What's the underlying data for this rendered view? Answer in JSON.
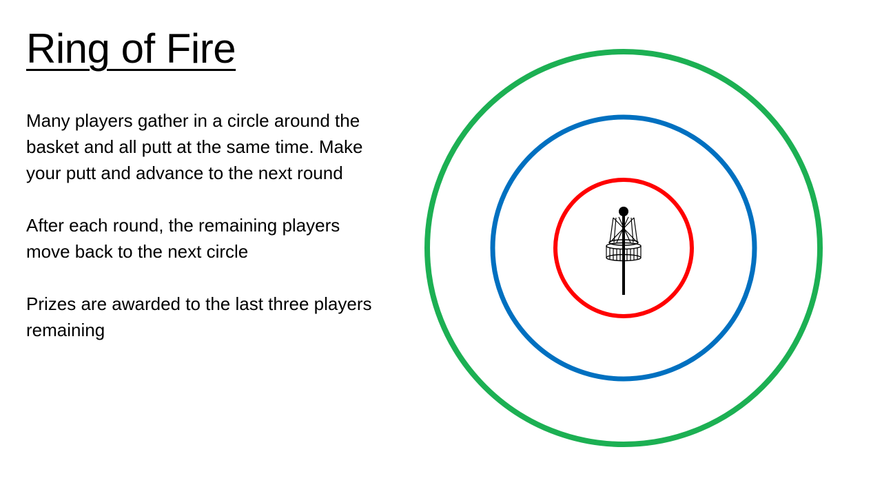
{
  "slide": {
    "title": "Ring of Fire",
    "paragraphs": [
      "Many players gather in a circle around the basket and all putt at the same time. Make your putt and advance to the next round",
      "After each round, the remaining players move back to the next circle",
      "Prizes are awarded to the last three players remaining"
    ]
  },
  "diagram": {
    "rings": [
      {
        "name": "outer-ring",
        "color": "#1CB053"
      },
      {
        "name": "middle-ring",
        "color": "#0070C0"
      },
      {
        "name": "inner-ring",
        "color": "#FF0000"
      }
    ],
    "basket": {
      "name": "disc-golf-basket",
      "color": "#000000"
    }
  }
}
